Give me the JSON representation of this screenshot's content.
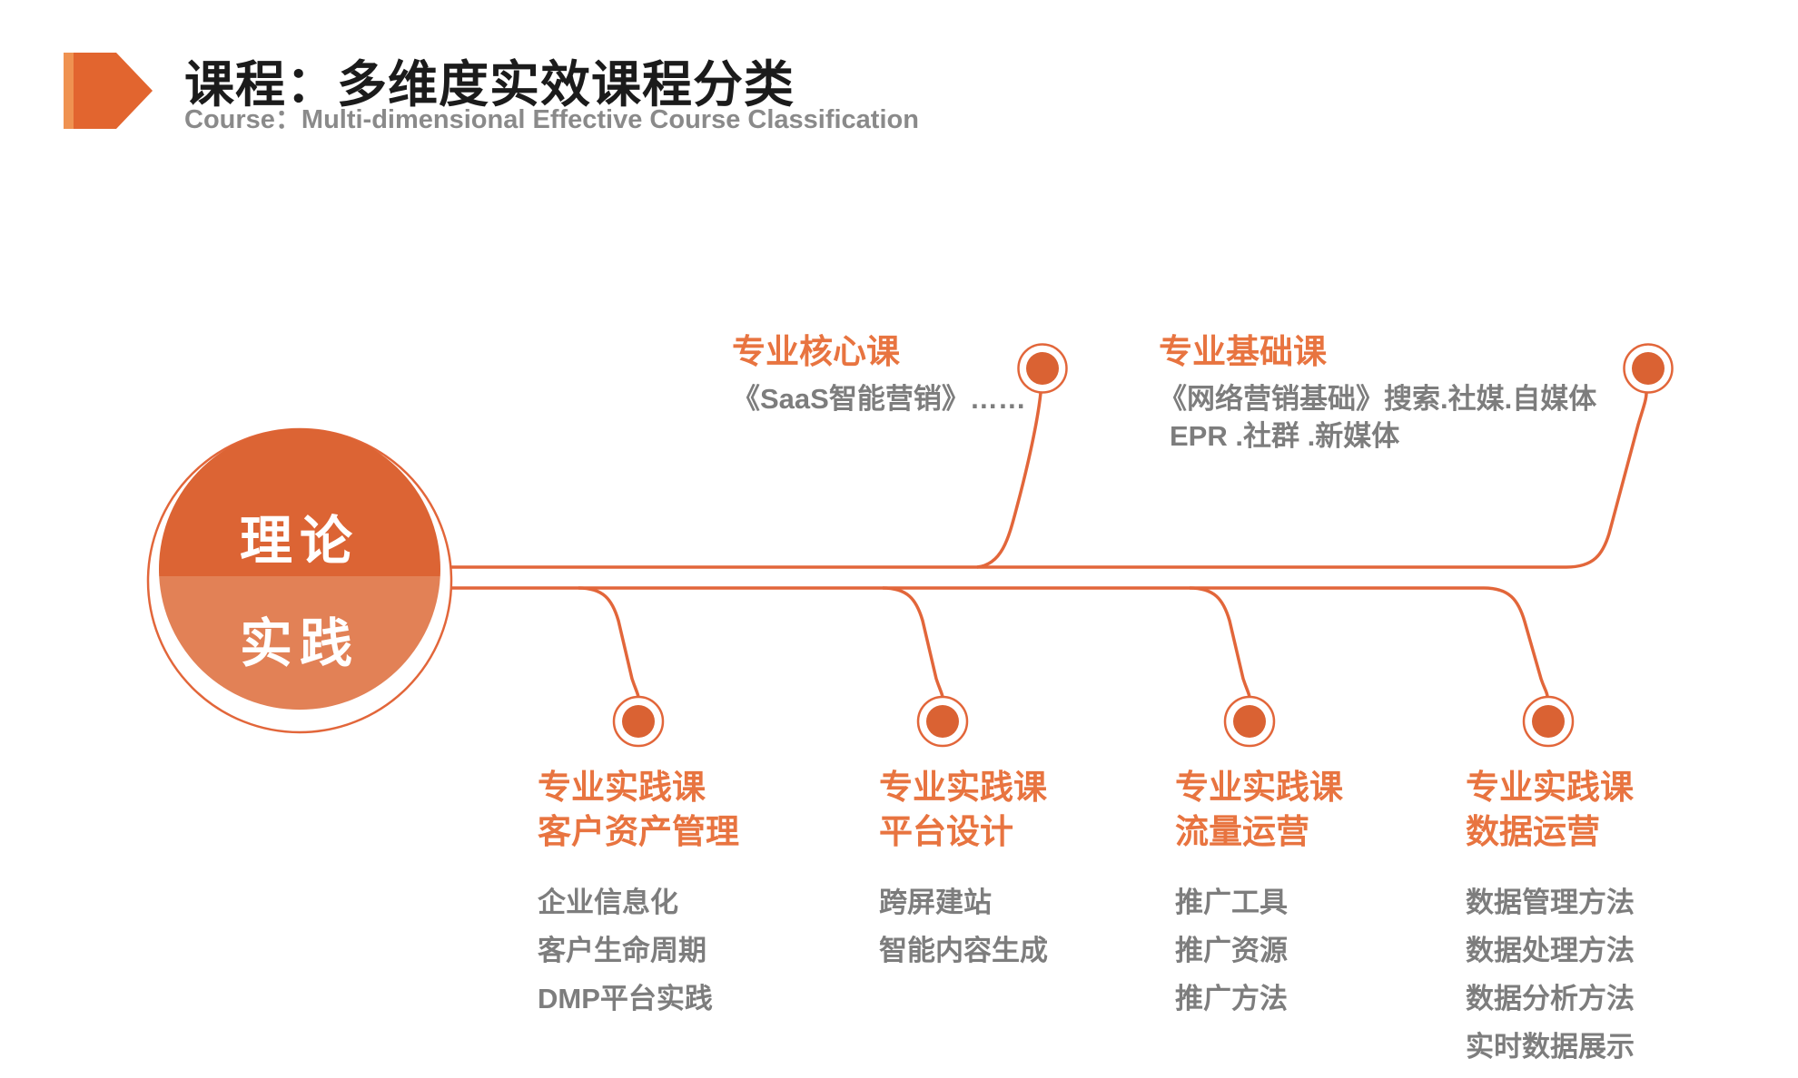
{
  "header": {
    "title": "课程：多维度实效课程分类",
    "subtitle": "Course：Multi-dimensional Effective Course Classification"
  },
  "hub": {
    "top_label": "理论",
    "bottom_label": "实践"
  },
  "top_branches": [
    {
      "heading": "专业核心课",
      "lines": [
        "《SaaS智能营销》……"
      ]
    },
    {
      "heading": "专业基础课",
      "lines": [
        "《网络营销基础》搜索.社媒.自媒体",
        "EPR .社群 .新媒体"
      ]
    }
  ],
  "bottom_branches": [
    {
      "heading_line1": "专业实践课",
      "heading_line2": "客户资产管理",
      "items": [
        "企业信息化",
        "客户生命周期",
        "DMP平台实践"
      ]
    },
    {
      "heading_line1": "专业实践课",
      "heading_line2": "平台设计",
      "items": [
        "跨屏建站",
        "智能内容生成"
      ]
    },
    {
      "heading_line1": "专业实践课",
      "heading_line2": "流量运营",
      "items": [
        "推广工具",
        "推广资源",
        "推广方法"
      ]
    },
    {
      "heading_line1": "专业实践课",
      "heading_line2": "数据运营",
      "items": [
        "数据管理方法",
        "数据处理方法",
        "数据分析方法",
        "实时数据展示"
      ]
    }
  ],
  "colors": {
    "line_orange": "#e2663a",
    "node_fill": "#da6233",
    "hub_top": "#dc6434",
    "hub_bottom": "#e28156",
    "heading_orange": "#e87440",
    "marker_main": "#e2652f",
    "marker_strip": "#ef9251",
    "title_black": "#1b1b1b",
    "subtitle_gray": "#8a8a8a",
    "item_gray": "#7d7d7d"
  }
}
